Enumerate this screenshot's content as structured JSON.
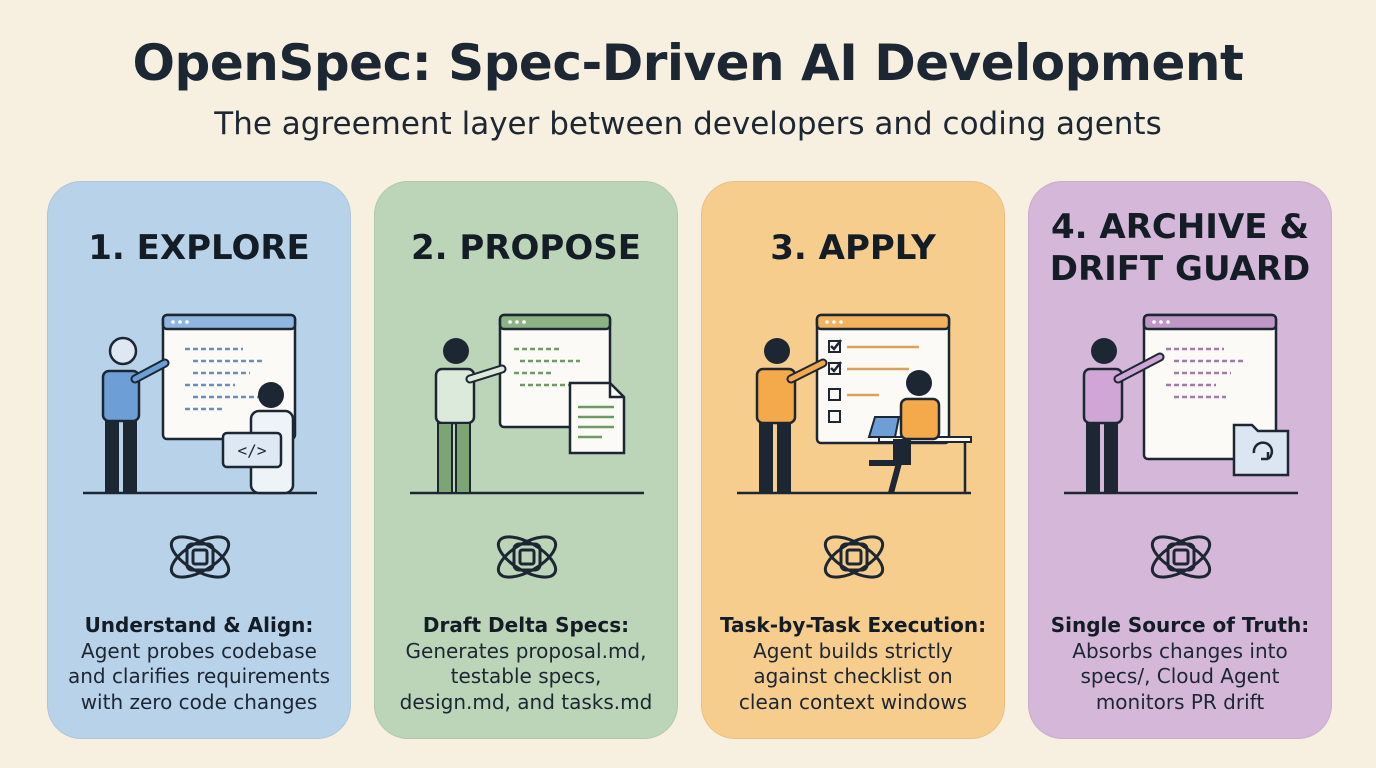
{
  "header": {
    "title": "OpenSpec: Spec-Driven AI Development",
    "subtitle": "The agreement layer between developers and coding agents"
  },
  "cards": [
    {
      "heading": "1. EXPLORE",
      "lead": "Understand & Align:",
      "body": "Agent probes codebase\nand clarifies requirements\nwith zero code changes",
      "color": "#b8d2ea",
      "accent": "#8fb6e0",
      "icon": "developer-and-agent-at-screen"
    },
    {
      "heading": "2. PROPOSE",
      "lead": "Draft Delta Specs:",
      "body": "Generates proposal.md,\ntestable specs,\ndesign.md, and tasks.md",
      "color": "#bcd4b7",
      "accent": "#8db285",
      "icon": "developer-with-spec-document"
    },
    {
      "heading": "3. APPLY",
      "lead": "Task-by-Task Execution:",
      "body": "Agent builds strictly\nagainst checklist on\nclean context windows",
      "color": "#f7cd8e",
      "accent": "#f2b35e",
      "icon": "developer-with-checklist"
    },
    {
      "heading": "4. ARCHIVE &\nDRIFT GUARD",
      "lead": "Single Source of Truth:",
      "body": "Absorbs changes into\nspecs/, Cloud Agent\nmonitors PR drift",
      "color": "#d5b8d9",
      "accent": "#bf97c6",
      "icon": "developer-with-sync-folder"
    }
  ],
  "colors": {
    "background": "#f7f0e1",
    "ink": "#1d2733",
    "screen": "#fbfaf6"
  }
}
